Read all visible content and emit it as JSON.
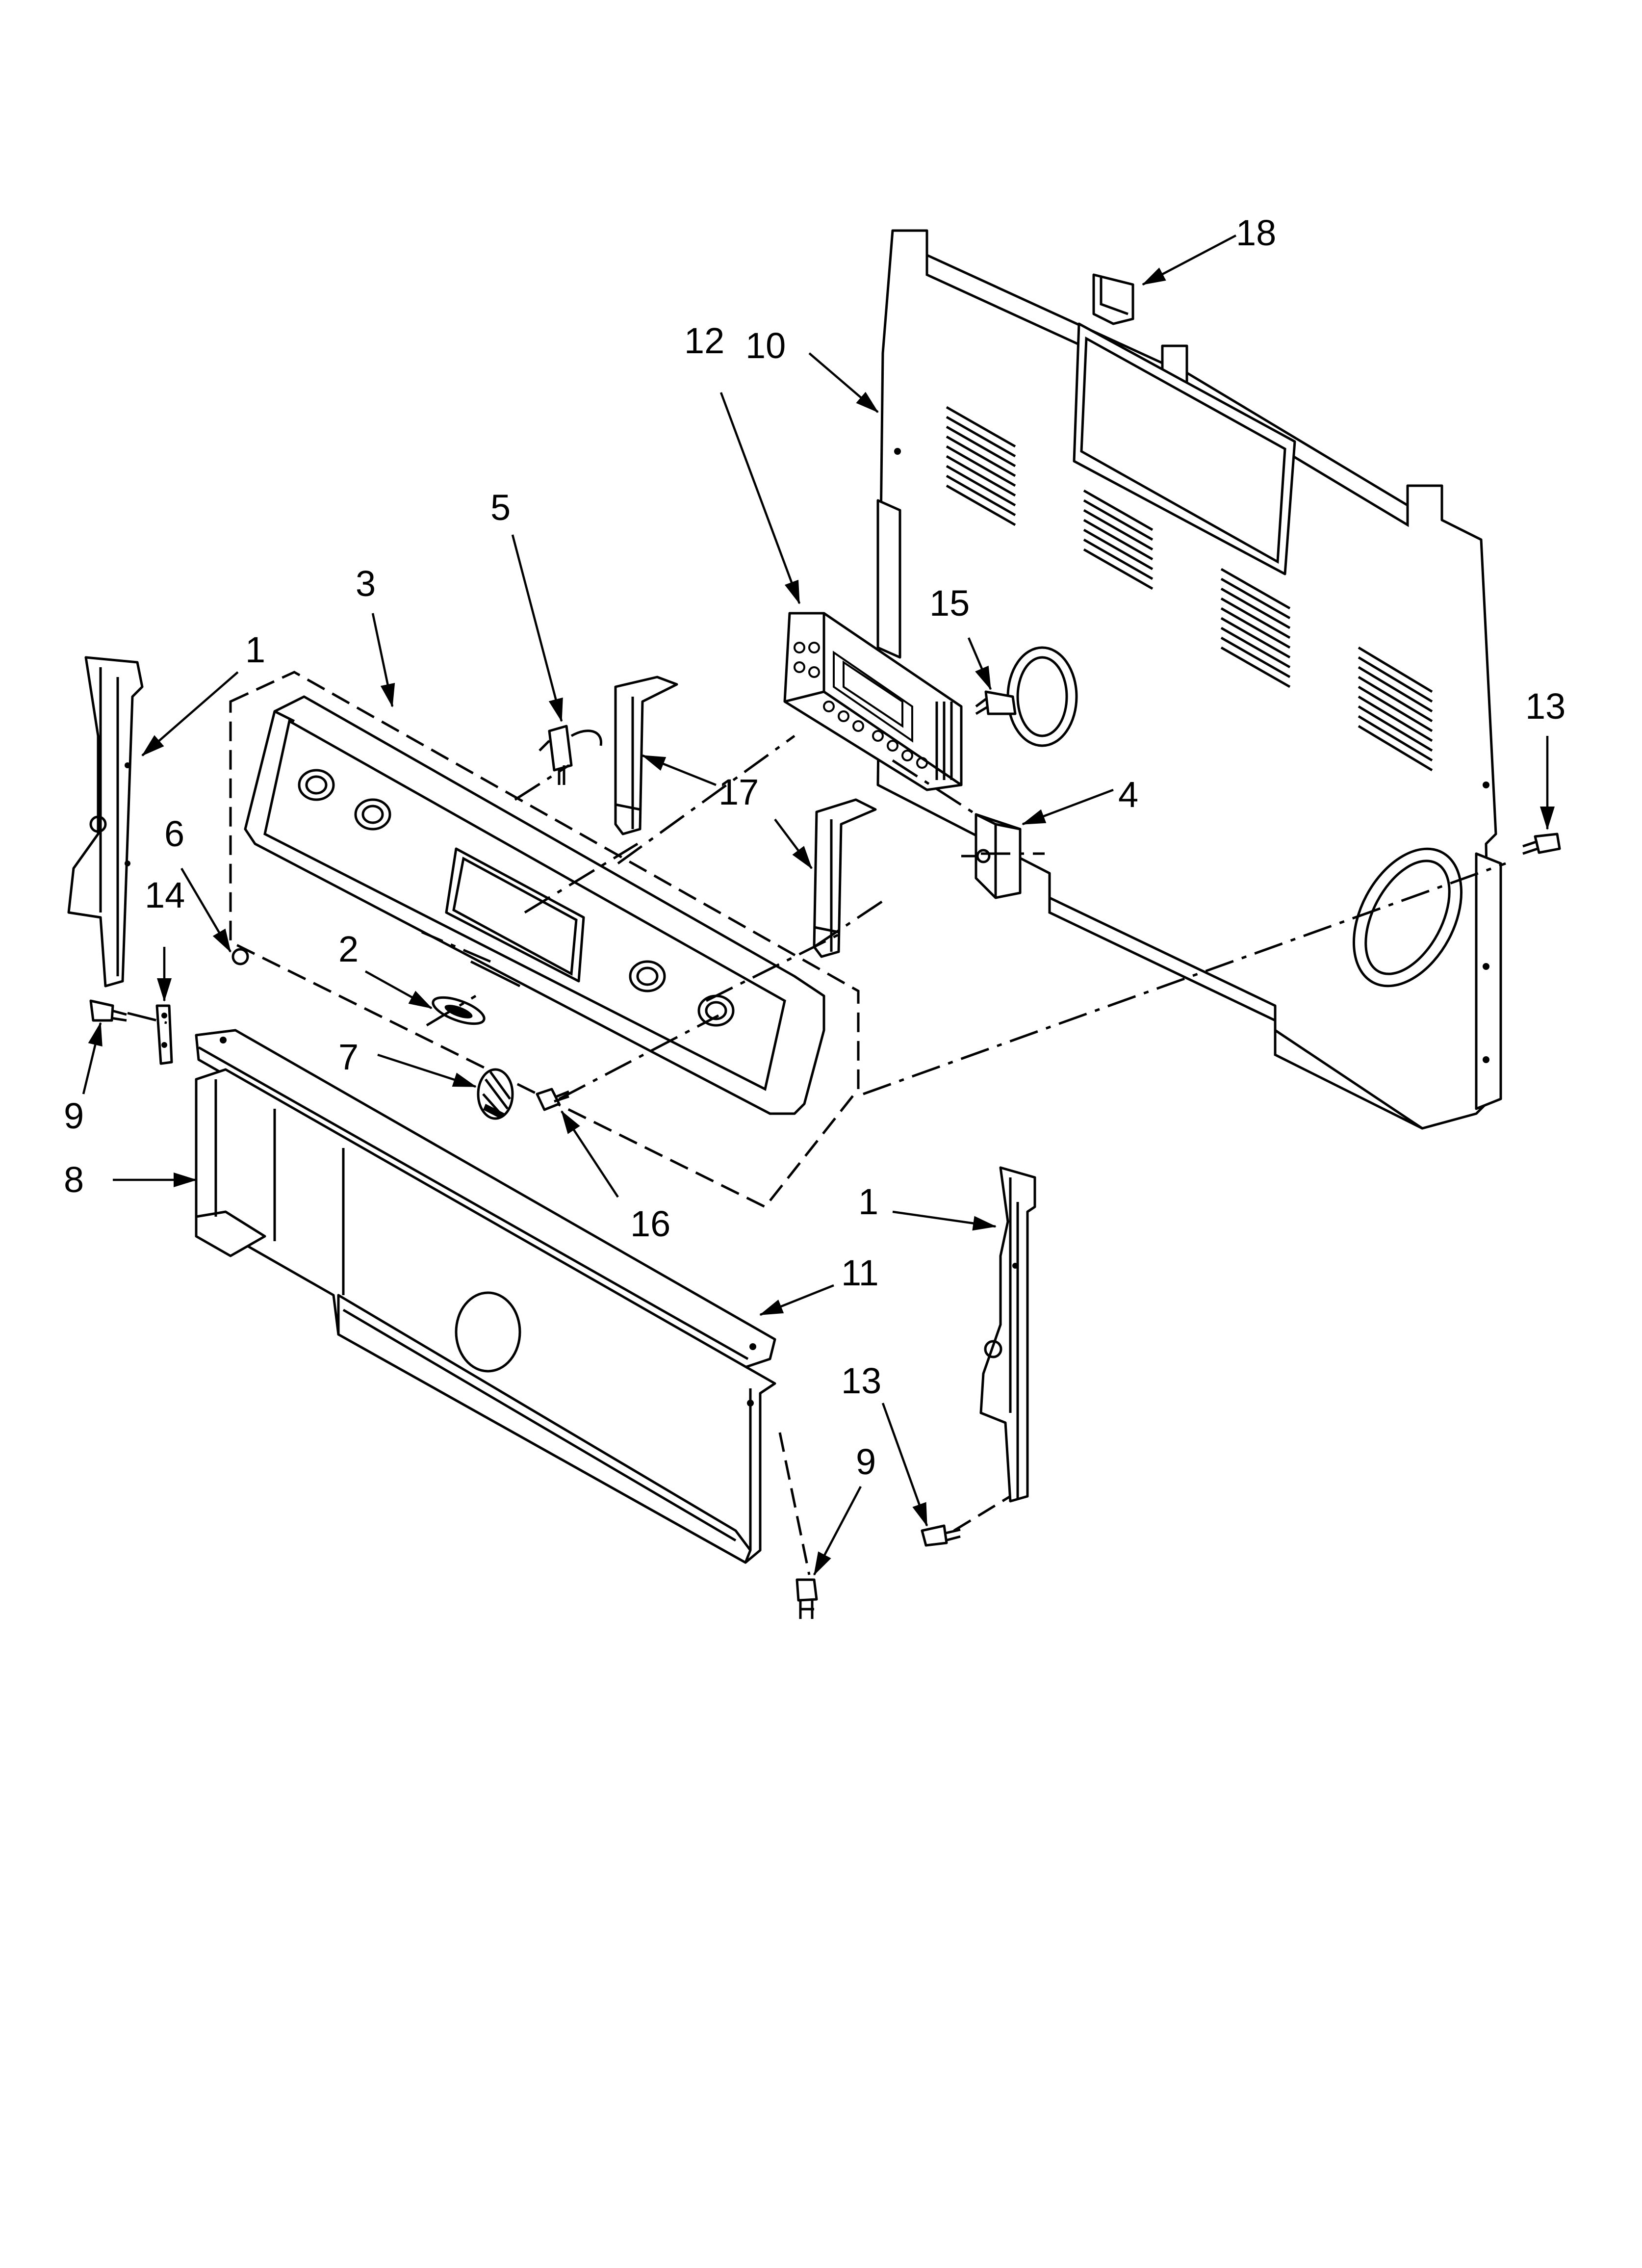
{
  "callouts": [
    {
      "id": "c18",
      "label": "18"
    },
    {
      "id": "c10",
      "label": "10"
    },
    {
      "id": "c12",
      "label": "12"
    },
    {
      "id": "c5",
      "label": "5"
    },
    {
      "id": "c3",
      "label": "3"
    },
    {
      "id": "c15",
      "label": "15"
    },
    {
      "id": "c1a",
      "label": "1"
    },
    {
      "id": "c13a",
      "label": "13"
    },
    {
      "id": "c17",
      "label": "17"
    },
    {
      "id": "c4",
      "label": "4"
    },
    {
      "id": "c6",
      "label": "6"
    },
    {
      "id": "c14",
      "label": "14"
    },
    {
      "id": "c2",
      "label": "2"
    },
    {
      "id": "c9a",
      "label": "9"
    },
    {
      "id": "c7",
      "label": "7"
    },
    {
      "id": "c8",
      "label": "8"
    },
    {
      "id": "c16",
      "label": "16"
    },
    {
      "id": "c1b",
      "label": "1"
    },
    {
      "id": "c11",
      "label": "11"
    },
    {
      "id": "c13b",
      "label": "13"
    },
    {
      "id": "c9b",
      "label": "9"
    }
  ]
}
